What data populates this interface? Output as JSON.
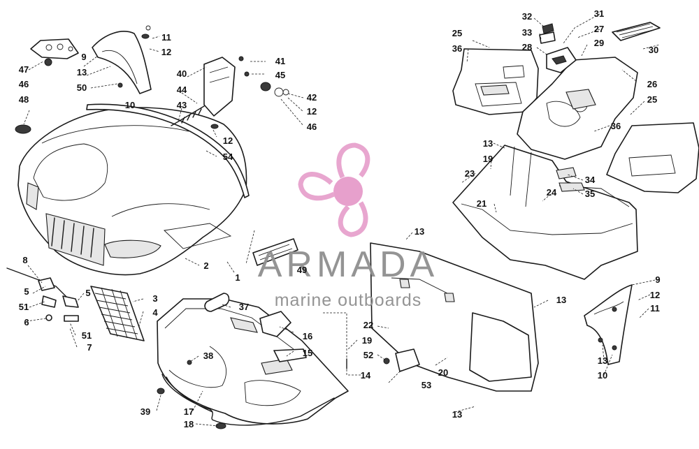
{
  "callouts": {
    "c1": "1",
    "c2": "2",
    "c3": "3",
    "c4": "4",
    "c5a": "5",
    "c5b": "5",
    "c6": "6",
    "c7": "7",
    "c8": "8",
    "c9a": "9",
    "c9b": "9",
    "c10a": "10",
    "c10b": "10",
    "c11a": "11",
    "c11b": "11",
    "c12a": "12",
    "c12b": "12",
    "c12c": "12",
    "c12d": "12",
    "c13a": "13",
    "c13b": "13",
    "c13c": "13",
    "c13d": "13",
    "c13e": "13",
    "c13f": "13",
    "c14": "14",
    "c15": "15",
    "c16": "16",
    "c17": "17",
    "c18": "18",
    "c19a": "19",
    "c19b": "19",
    "c20": "20",
    "c21": "21",
    "c22": "22",
    "c23": "23",
    "c24": "24",
    "c25a": "25",
    "c25b": "25",
    "c26": "26",
    "c27": "27",
    "c28": "28",
    "c29": "29",
    "c30": "30",
    "c31": "31",
    "c32": "32",
    "c33": "33",
    "c34": "34",
    "c35": "35",
    "c36a": "36",
    "c36b": "36",
    "c37": "37",
    "c38": "38",
    "c39": "39",
    "c40": "40",
    "c41": "41",
    "c42": "42",
    "c43": "43",
    "c44": "44",
    "c45": "45",
    "c46a": "46",
    "c46b": "46",
    "c47": "47",
    "c48": "48",
    "c49": "49",
    "c50": "50",
    "c51a": "51",
    "c51b": "51",
    "c52": "52",
    "c53": "53",
    "c54": "54"
  },
  "watermark": {
    "brand": "ARMADA",
    "tagline": "marine outboards",
    "logo_color": "#e8a6cf",
    "logo_center_color": "#e7a0cc"
  },
  "colors": {
    "line": "#1a1a1a",
    "label": "#111111",
    "watermark_text": "#8f8f8f"
  }
}
